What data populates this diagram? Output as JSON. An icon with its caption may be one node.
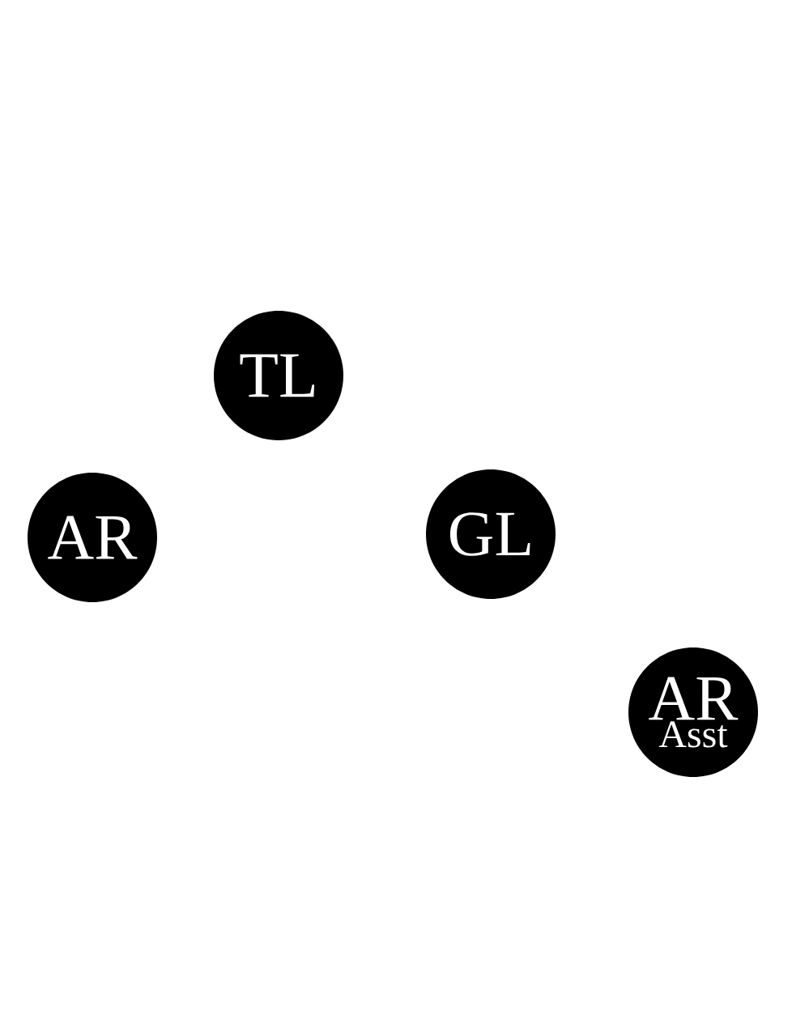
{
  "diagram": {
    "nodes": [
      {
        "text": [
          "TL"
        ]
      },
      {
        "text": [
          "AR"
        ]
      },
      {
        "text": [
          "GL"
        ]
      },
      {
        "text": [
          "AR",
          "Asst"
        ]
      }
    ]
  }
}
